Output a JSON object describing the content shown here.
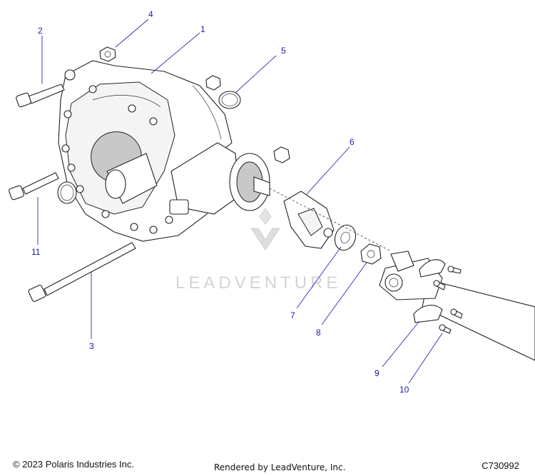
{
  "callouts": [
    {
      "id": "1",
      "label": "1"
    },
    {
      "id": "2",
      "label": "2"
    },
    {
      "id": "3",
      "label": "3"
    },
    {
      "id": "4",
      "label": "4"
    },
    {
      "id": "5",
      "label": "5"
    },
    {
      "id": "6",
      "label": "6"
    },
    {
      "id": "7",
      "label": "7"
    },
    {
      "id": "8",
      "label": "8"
    },
    {
      "id": "9",
      "label": "9"
    },
    {
      "id": "10",
      "label": "10"
    },
    {
      "id": "11",
      "label": "11"
    }
  ],
  "watermark": "LEADVENTURE",
  "footer": {
    "copyright": "© 2023 Polaris Industries Inc.",
    "rendered_by": "Rendered by LeadVenture, Inc.",
    "figure_code": "C730992"
  },
  "colors": {
    "callout_text": "#1a1aa8",
    "leader_line": "#2a2ab0",
    "watermark": "#d4d4d4"
  }
}
